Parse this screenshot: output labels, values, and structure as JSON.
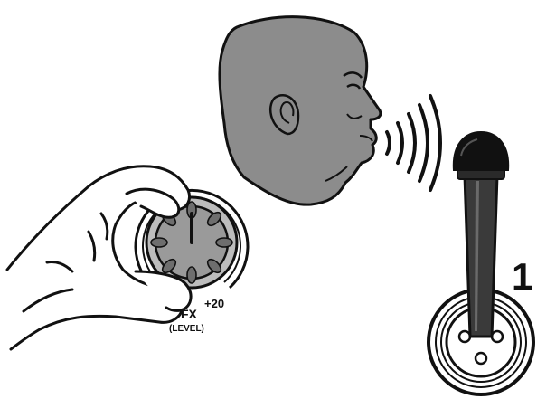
{
  "labels": {
    "knob_max": "+20",
    "knob_name": "FX",
    "knob_sub": "(LEVEL)",
    "channel_number": "1"
  },
  "icons": [
    "head-profile-icon",
    "sound-waves-icon",
    "microphone-icon",
    "xlr-jack-icon",
    "hand-icon",
    "fx-knob-icon"
  ],
  "colors": {
    "outline": "#111111",
    "face": "#8c8c8c",
    "mic_body": "#3a3a3a",
    "knob_face": "#9a9a9a",
    "knob_notch": "#6e6e6e"
  }
}
